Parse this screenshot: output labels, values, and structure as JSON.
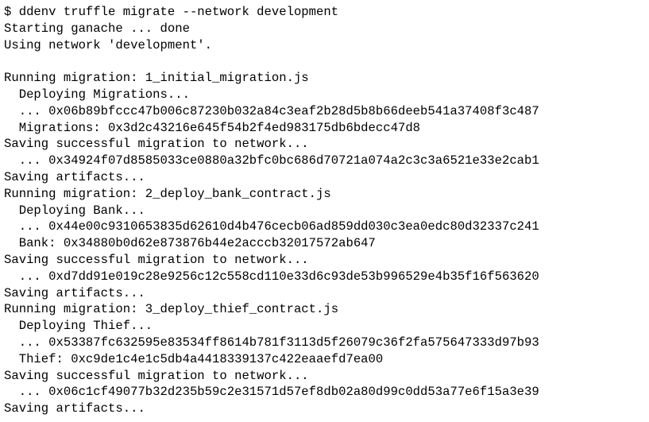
{
  "terminal": {
    "lines": [
      "$ ddenv truffle migrate --network development",
      "Starting ganache ... done",
      "Using network 'development'.",
      "",
      "Running migration: 1_initial_migration.js",
      "  Deploying Migrations...",
      "  ... 0x06b89bfccc47b006c87230b032a84c3eaf2b28d5b8b66deeb541a37408f3c487",
      "  Migrations: 0x3d2c43216e645f54b2f4ed983175db6bdecc47d8",
      "Saving successful migration to network...",
      "  ... 0x34924f07d8585033ce0880a32bfc0bc686d70721a074a2c3c3a6521e33e2cab1",
      "Saving artifacts...",
      "Running migration: 2_deploy_bank_contract.js",
      "  Deploying Bank...",
      "  ... 0x44e00c9310653835d62610d4b476cecb06ad859dd030c3ea0edc80d32337c241",
      "  Bank: 0x34880b0d62e873876b44e2acccb32017572ab647",
      "Saving successful migration to network...",
      "  ... 0xd7dd91e019c28e9256c12c558cd110e33d6c93de53b996529e4b35f16f563620",
      "Saving artifacts...",
      "Running migration: 3_deploy_thief_contract.js",
      "  Deploying Thief...",
      "  ... 0x53387fc632595e83534ff8614b781f3113d5f26079c36f2fa575647333d97b93",
      "  Thief: 0xc9de1c4e1c5db4a4418339137c422eaaefd7ea00",
      "Saving successful migration to network...",
      "  ... 0x06c1cf49077b32d235b59c2e31571d57ef8db02a80d99c0dd53a77e6f15a3e39",
      "Saving artifacts..."
    ]
  }
}
